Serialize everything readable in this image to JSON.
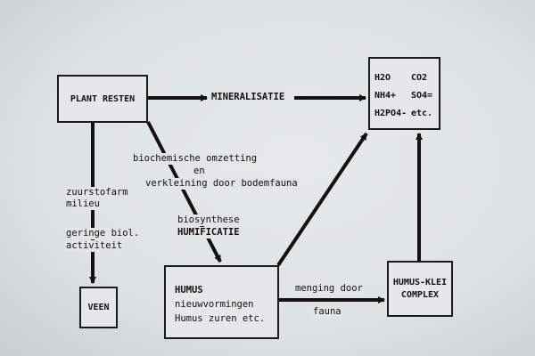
{
  "boxes": {
    "plant_resten": "PLANT RESTEN",
    "products": {
      "row1": [
        "H2O",
        "CO2"
      ],
      "row2": [
        "NH4+",
        "SO4="
      ],
      "row3": [
        "H2PO4-",
        "etc."
      ]
    },
    "veen": "VEEN",
    "humus": {
      "title": "HUMUS",
      "line1": "nieuwvormingen",
      "line2": "Humus zuren etc."
    },
    "humus_klei": {
      "line1": "HUMUS-KLEI",
      "line2": "COMPLEX"
    }
  },
  "labels": {
    "mineralisatie": "MINERALISATIE",
    "biochem1": "biochemische omzetting",
    "biochem2": "en",
    "biochem3": "verkleining door bodemfauna",
    "biosynthese": "biosynthese",
    "humificatie": "HUMIFICATIE",
    "zuurstof1": "zuurstofarm",
    "zuurstof2": "milieu",
    "geringe1": "geringe biol.",
    "geringe2": "activiteit",
    "menging": "menging door",
    "fauna": "fauna"
  }
}
